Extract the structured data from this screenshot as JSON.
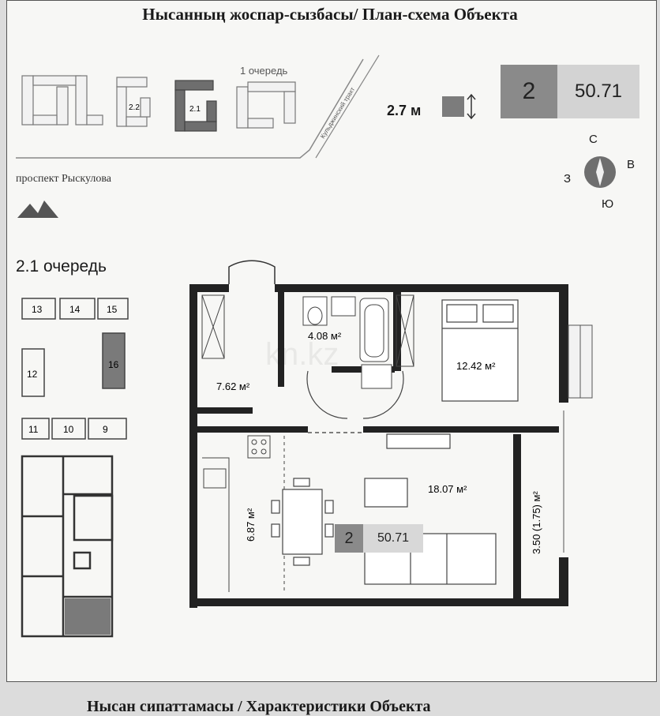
{
  "header": {
    "title": "Нысанның жоспар-сызбасы/ План-схема Объекта"
  },
  "site_plan": {
    "queue_1_label": "1 очередь",
    "building_labels": [
      "2.2",
      "2.1"
    ],
    "road_label": "Кульджинский тракт",
    "avenue_label": "проспект Рыскулова"
  },
  "apartment_badge": {
    "rooms": "2",
    "area": "50.71",
    "rooms_color": "#8a8a8a",
    "area_color": "#d3d3d3"
  },
  "ceiling": {
    "height": "2.7 м"
  },
  "compass": {
    "north": "С",
    "east": "В",
    "west": "З",
    "south": "Ю"
  },
  "queue_panel": {
    "title": "2.1 очередь",
    "sections": [
      "13",
      "14",
      "15",
      "16",
      "12",
      "11",
      "10",
      "9"
    ],
    "highlight_section": "16"
  },
  "watermark": "kn.kz",
  "rooms": {
    "hall": "7.62 м²",
    "bathroom": "4.08 м²",
    "bedroom": "12.42 м²",
    "kitchen": "6.87 м²",
    "living": "18.07 м²",
    "balcony": "3.50 (1.75) м²"
  },
  "plan_badge": {
    "rooms": "2",
    "area": "50.71"
  },
  "footer": {
    "title": "Нысан сипаттамасы / Характеристики Объекта"
  }
}
